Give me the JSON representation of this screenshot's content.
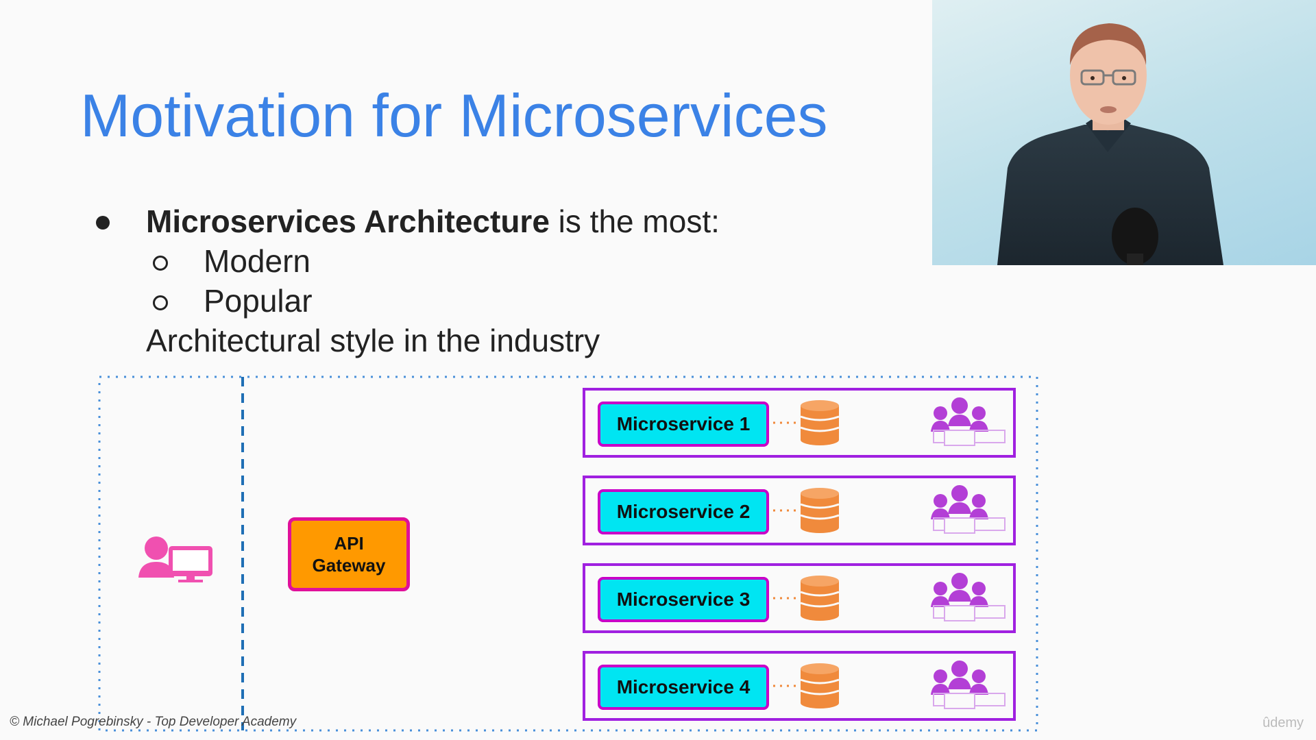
{
  "slide": {
    "title": "Motivation for Microservices",
    "bullet_bold": "Microservices Architecture",
    "bullet_rest": " is the most:",
    "sub_items": [
      "Modern",
      "Popular"
    ],
    "closing": "Architectural style in the industry"
  },
  "diagram": {
    "gateway_line1": "API",
    "gateway_line2": "Gateway",
    "services": [
      "Microservice 1",
      "Microservice 2",
      "Microservice 3",
      "Microservice 4"
    ]
  },
  "footer": {
    "copyright": "© Michael Pogrebinsky - Top Developer Academy",
    "brand": "ûdemy"
  },
  "colors": {
    "title": "#3b82e6",
    "service_fill": "#00e5f2",
    "service_border": "#c800c8",
    "row_border": "#a020e0",
    "gateway_fill": "#ff9900",
    "database": "#f08a3c",
    "team_icon": "#b33fd6",
    "client_icon": "#f050b0"
  },
  "icons": [
    "client-user-computer-icon",
    "database-icon",
    "team-icon"
  ]
}
